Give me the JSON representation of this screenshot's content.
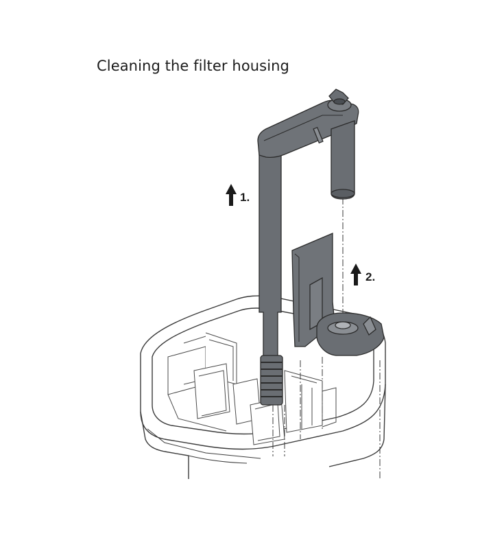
{
  "title": "Cleaning the filter housing",
  "steps": [
    {
      "label": "1.",
      "direction": "up"
    },
    {
      "label": "2.",
      "direction": "up"
    }
  ],
  "colors": {
    "part_dark": "#5f6368",
    "part_mid": "#777b80",
    "part_light": "#9a9ea3",
    "outline": "#2b2b2b",
    "housing_fill": "#ffffff",
    "housing_line": "#3a3a3a"
  }
}
